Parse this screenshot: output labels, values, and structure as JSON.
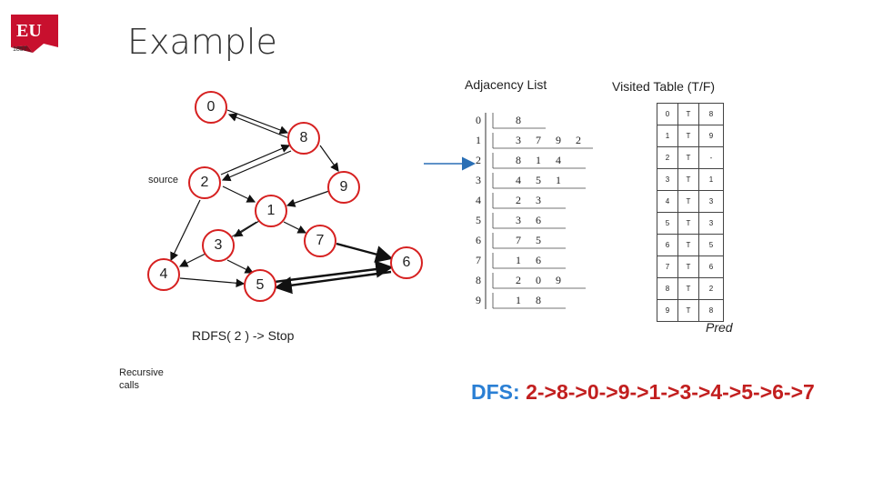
{
  "title": "Example",
  "logo_text": "EU",
  "logo_year": "1857",
  "adjacency_title": "Adjacency List",
  "visited_title": "Visited Table (T/F)",
  "source_label": "source",
  "rdfs_label": "RDFS( 2 ) -> Stop",
  "recursive_line1": "Recursive",
  "recursive_line2": "calls",
  "pred_label": "Pred",
  "dfs": {
    "prefix": "DFS: ",
    "path": [
      "2",
      "8",
      "0",
      "9",
      "1",
      "3",
      "4",
      "5",
      "6",
      "7"
    ],
    "arrow": "->"
  },
  "graph": {
    "nodes": [
      "0",
      "8",
      "2",
      "9",
      "1",
      "7",
      "3",
      "4",
      "5",
      "6"
    ]
  },
  "adjacency": {
    "rows": [
      {
        "index": "0",
        "items": [
          "8"
        ]
      },
      {
        "index": "1",
        "items": [
          "3",
          "7",
          "9",
          "2"
        ]
      },
      {
        "index": "2",
        "items": [
          "8",
          "1",
          "4"
        ]
      },
      {
        "index": "3",
        "items": [
          "4",
          "5",
          "1"
        ]
      },
      {
        "index": "4",
        "items": [
          "2",
          "3"
        ]
      },
      {
        "index": "5",
        "items": [
          "3",
          "6"
        ]
      },
      {
        "index": "6",
        "items": [
          "7",
          "5"
        ]
      },
      {
        "index": "7",
        "items": [
          "1",
          "6"
        ]
      },
      {
        "index": "8",
        "items": [
          "2",
          "0",
          "9"
        ]
      },
      {
        "index": "9",
        "items": [
          "1",
          "8"
        ]
      }
    ]
  },
  "visited_table": [
    [
      "0",
      "T",
      "8"
    ],
    [
      "1",
      "T",
      "9"
    ],
    [
      "2",
      "T",
      "-"
    ],
    [
      "3",
      "T",
      "1"
    ],
    [
      "4",
      "T",
      "3"
    ],
    [
      "5",
      "T",
      "3"
    ],
    [
      "6",
      "T",
      "5"
    ],
    [
      "7",
      "T",
      "6"
    ],
    [
      "8",
      "T",
      "2"
    ],
    [
      "9",
      "T",
      "8"
    ]
  ],
  "colors": {
    "node_border": "#d62020",
    "dfs_prefix": "#2a7fd4",
    "dfs_path": "#c21f1f",
    "pointer_arrow": "#2a6fb5"
  }
}
